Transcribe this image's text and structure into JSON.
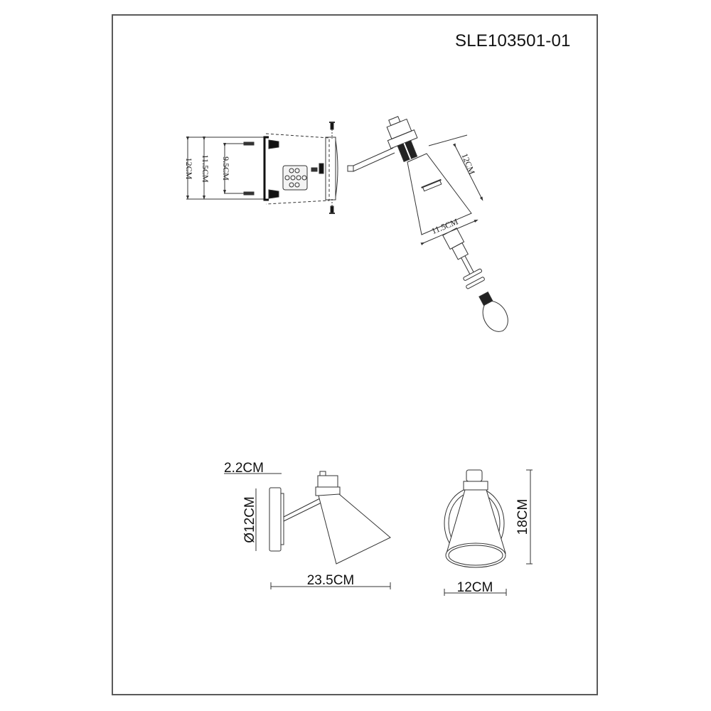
{
  "sheet": {
    "model_number": "SLE103501-01"
  },
  "backplate_view": {
    "dimensions": {
      "outer_height": "12CM",
      "inner_height": "11.5CM",
      "mount_spacing": "9.5CM"
    }
  },
  "exploded_view": {
    "dimensions": {
      "shade_length": "12CM",
      "shade_diameter": "11.5CM"
    }
  },
  "side_view": {
    "dimensions": {
      "backplate_depth": "2.2CM",
      "backplate_diameter": "Ø12CM",
      "total_projection": "23.5CM"
    }
  },
  "front_view": {
    "dimensions": {
      "height": "18CM",
      "width": "12CM"
    }
  }
}
